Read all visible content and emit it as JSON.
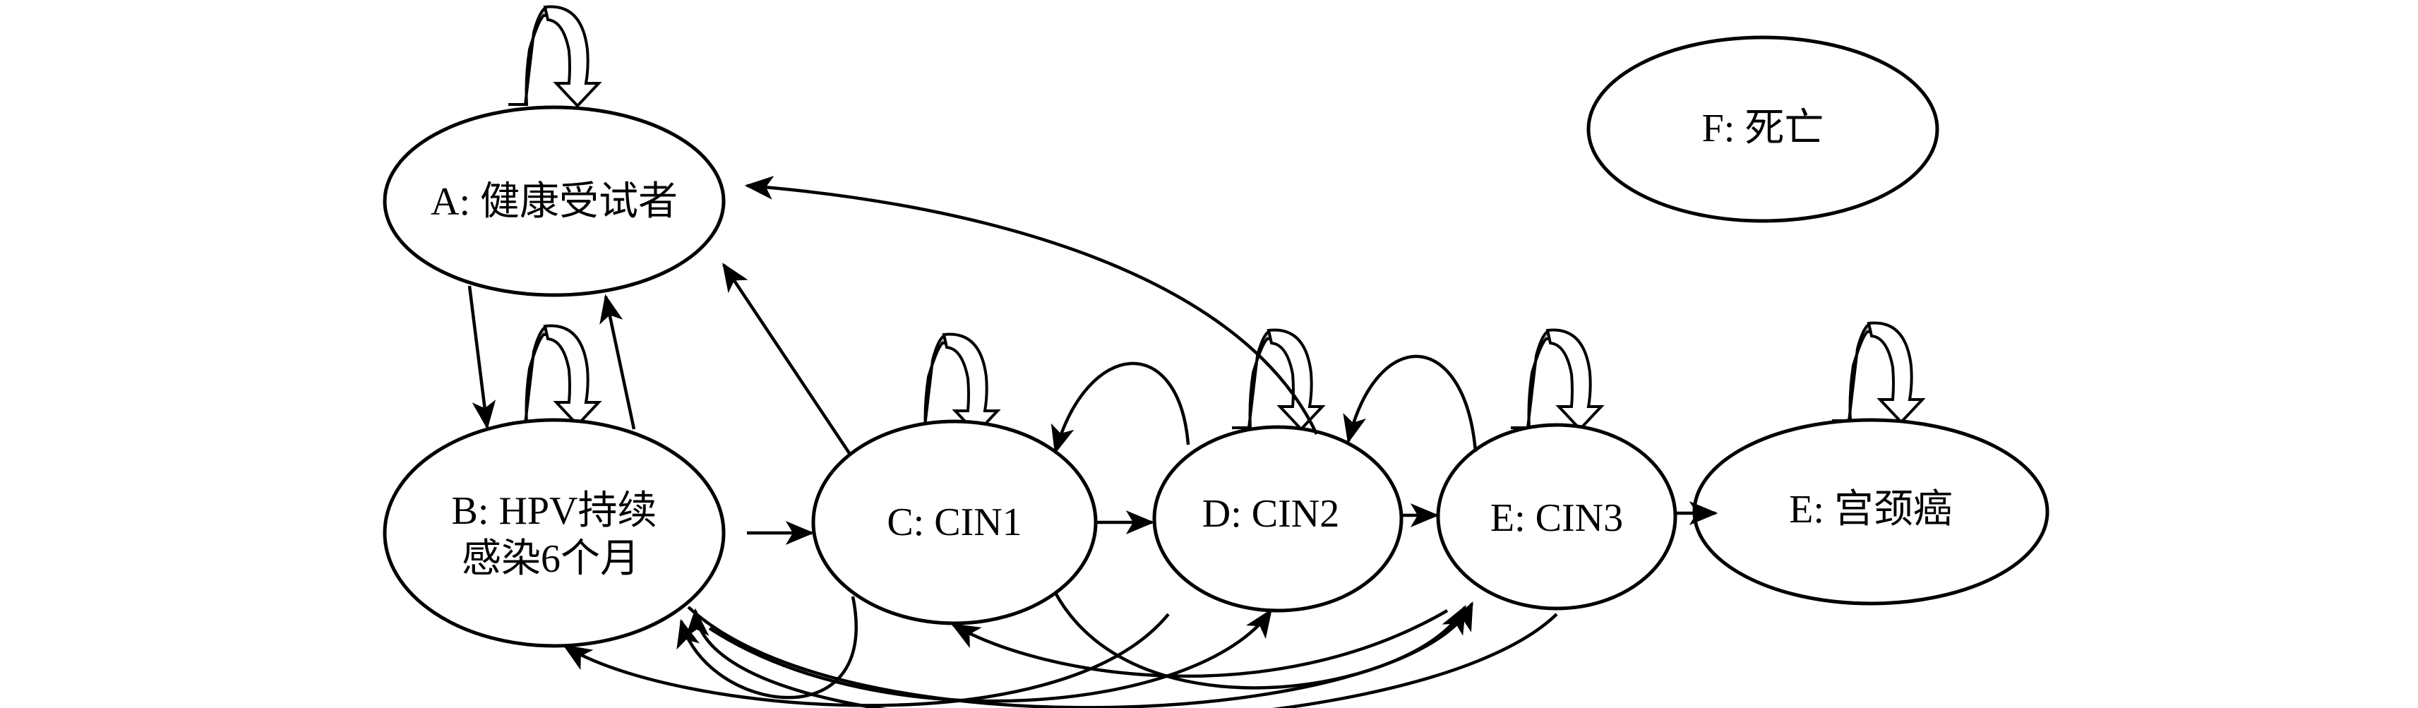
{
  "nodes": {
    "A": {
      "label": "A: 健康受试者"
    },
    "B": {
      "line1": "B: HPV持续",
      "line2": "感染6个月"
    },
    "C": {
      "label": "C: CIN1"
    },
    "D": {
      "label": "D: CIN2"
    },
    "E3": {
      "label": "E: CIN3"
    },
    "E": {
      "label": "E: 宫颈癌"
    },
    "F": {
      "label": "F: 死亡"
    }
  },
  "self_loops": [
    "A",
    "B",
    "C",
    "D",
    "E3",
    "E"
  ],
  "transitions": [
    [
      "A",
      "B"
    ],
    [
      "B",
      "A"
    ],
    [
      "C",
      "A"
    ],
    [
      "D",
      "A"
    ],
    [
      "B",
      "C"
    ],
    [
      "C",
      "D"
    ],
    [
      "D",
      "E3"
    ],
    [
      "E3",
      "E"
    ],
    [
      "D",
      "C"
    ],
    [
      "E3",
      "D"
    ],
    [
      "C",
      "B"
    ],
    [
      "D",
      "B"
    ],
    [
      "E3",
      "B"
    ],
    [
      "B",
      "D"
    ],
    [
      "B",
      "E3"
    ],
    [
      "E3",
      "C"
    ],
    [
      "C",
      "E3"
    ]
  ],
  "colors": {
    "stroke": "#000000",
    "loop_fill": "#bdbdbd",
    "background": "#ffffff"
  }
}
